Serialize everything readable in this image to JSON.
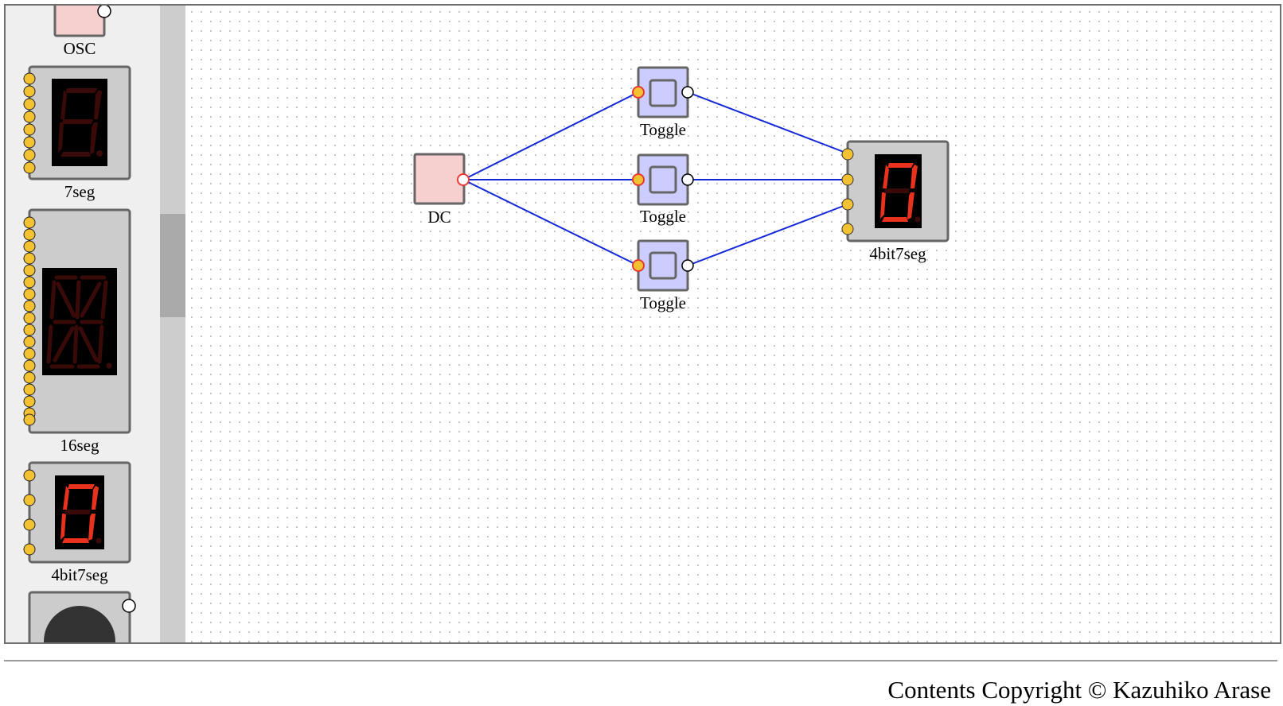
{
  "palette": {
    "items": [
      {
        "label": "OSC",
        "icon": "oscillator-icon"
      },
      {
        "label": "7seg",
        "icon": "seven-segment-display-icon"
      },
      {
        "label": "16seg",
        "icon": "sixteen-segment-display-icon"
      },
      {
        "label": "4bit7seg",
        "icon": "4bit-seven-segment-display-icon"
      },
      {
        "label": "",
        "icon": "speaker-icon"
      }
    ]
  },
  "circuit": {
    "components": [
      {
        "id": "dc",
        "type": "DC",
        "label": "DC"
      },
      {
        "id": "toggle1",
        "type": "Toggle",
        "label": "Toggle"
      },
      {
        "id": "toggle2",
        "type": "Toggle",
        "label": "Toggle"
      },
      {
        "id": "toggle3",
        "type": "Toggle",
        "label": "Toggle"
      },
      {
        "id": "display",
        "type": "4bit7seg",
        "label": "4bit7seg",
        "shown_digit": "0"
      }
    ],
    "wires": [
      {
        "from": "dc.out",
        "to": "toggle1.in"
      },
      {
        "from": "dc.out",
        "to": "toggle2.in"
      },
      {
        "from": "dc.out",
        "to": "toggle3.in"
      },
      {
        "from": "toggle1.out",
        "to": "display.in0"
      },
      {
        "from": "toggle2.out",
        "to": "display.in1"
      },
      {
        "from": "toggle3.out",
        "to": "display.in2"
      }
    ]
  },
  "colors": {
    "wire": "#1428d8",
    "pin_in": "#f2c232",
    "pin_active_ring": "#e53935",
    "dc_body": "#f6cfcf",
    "toggle_body": "#ccccff",
    "device_body": "#cccccc",
    "segment_on": "#e8321e",
    "segment_off": "#3a0a08"
  },
  "footer": {
    "copyright": "Contents Copyright © Kazuhiko Arase"
  }
}
